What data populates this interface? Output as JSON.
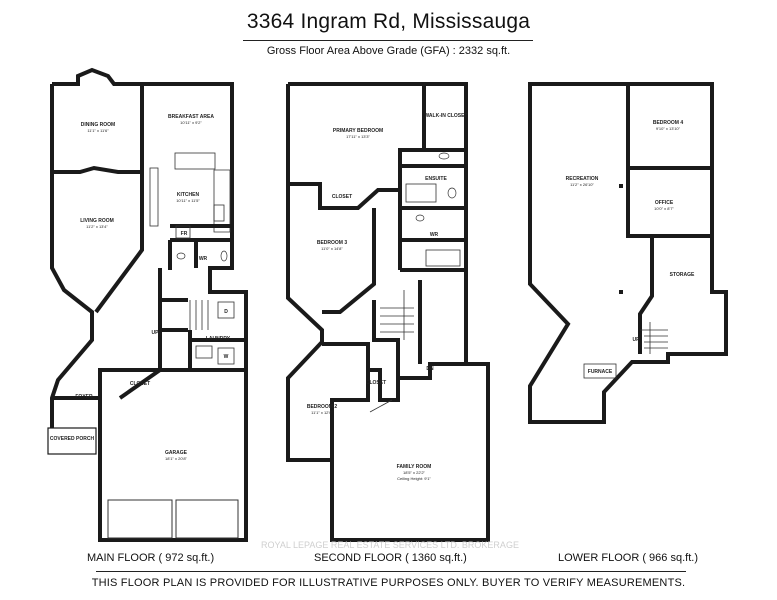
{
  "header": {
    "title": "3364 Ingram Rd, Mississauga",
    "gfa": "Gross Floor Area Above Grade  (GFA) : 2332 sq.ft."
  },
  "floors": [
    {
      "label": "MAIN FLOOR ( 972 sq.ft.)",
      "rooms": [
        {
          "name": "DINING ROOM",
          "dims": "11'1\" x 11'6\""
        },
        {
          "name": "BREAKFAST AREA",
          "dims": "10'11\" x 9'2\""
        },
        {
          "name": "KITCHEN",
          "dims": "10'11\" x 11'5\""
        },
        {
          "name": "LIVING ROOM",
          "dims": "11'2\" x 13'4\""
        },
        {
          "name": "FR",
          "dims": ""
        },
        {
          "name": "WR",
          "dims": ""
        },
        {
          "name": "LAUNDRY",
          "dims": ""
        },
        {
          "name": "D",
          "dims": ""
        },
        {
          "name": "W",
          "dims": ""
        },
        {
          "name": "UP",
          "dims": ""
        },
        {
          "name": "CLOSET",
          "dims": ""
        },
        {
          "name": "FOYER",
          "dims": ""
        },
        {
          "name": "COVERED PORCH",
          "dims": ""
        },
        {
          "name": "GARAGE",
          "dims": "18'1\" x 20'8\""
        }
      ]
    },
    {
      "label": "SECOND FLOOR ( 1360 sq.ft.)",
      "rooms": [
        {
          "name": "PRIMARY BEDROOM",
          "dims": "17'11\" x 13'3\""
        },
        {
          "name": "WALK-IN CLOSET",
          "dims": ""
        },
        {
          "name": "ENSUITE",
          "dims": ""
        },
        {
          "name": "CLOSET",
          "dims": ""
        },
        {
          "name": "BEDROOM 3",
          "dims": "11'0\" x 14'8\""
        },
        {
          "name": "WR",
          "dims": ""
        },
        {
          "name": "DN",
          "dims": ""
        },
        {
          "name": "BEDROOM 2",
          "dims": "11'1\" x 12'0\""
        },
        {
          "name": "CLOSET",
          "dims": ""
        },
        {
          "name": "FAMILY ROOM",
          "dims": "18'5\" x 22'2\""
        },
        {
          "name": "Ceiling Height: 9'1\"",
          "dims": ""
        }
      ]
    },
    {
      "label": "LOWER FLOOR ( 966 sq.ft.)",
      "rooms": [
        {
          "name": "BEDROOM 4",
          "dims": "9'10\" x 13'10\""
        },
        {
          "name": "RECREATION",
          "dims": "11'2\" x 26'10\""
        },
        {
          "name": "OFFICE",
          "dims": "10'0\" x 8'7\""
        },
        {
          "name": "STORAGE",
          "dims": ""
        },
        {
          "name": "UP",
          "dims": ""
        },
        {
          "name": "FURNACE",
          "dims": ""
        }
      ]
    }
  ],
  "watermark": "ROYAL LEPAGE REAL ESTATE SERVICES LTD. BROKERAGE",
  "disclaimer": "THIS FLOOR PLAN IS PROVIDED FOR ILLUSTRATIVE PURPOSES ONLY. BUYER TO VERIFY MEASUREMENTS."
}
